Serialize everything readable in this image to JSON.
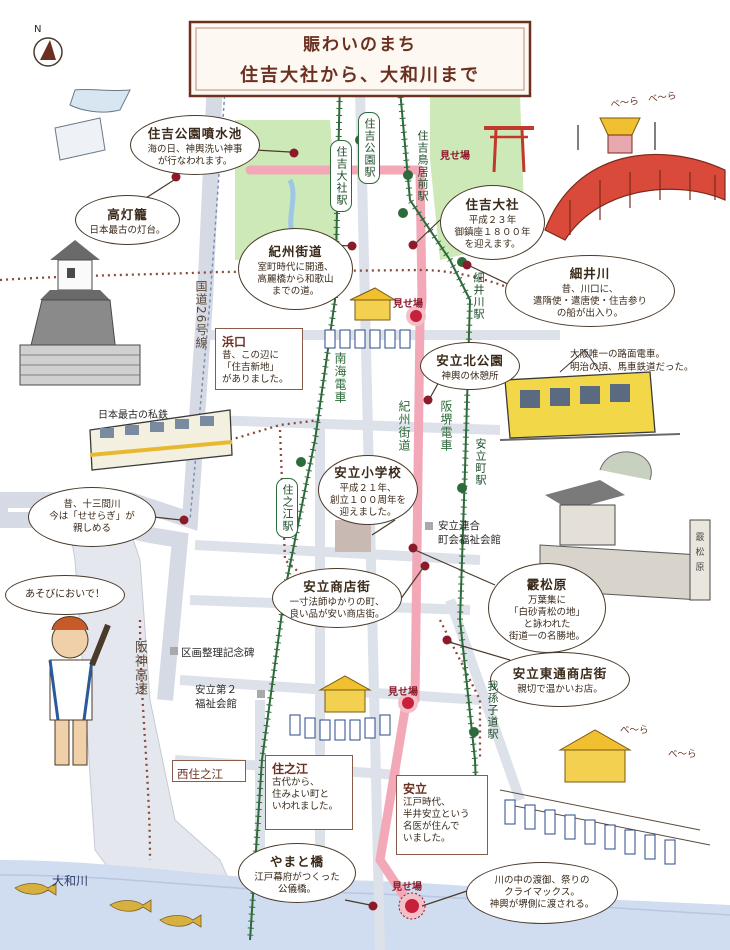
{
  "title": {
    "line1": "賑わいのまち",
    "line2": "住吉大社から、大和川まで"
  },
  "colors": {
    "festival_route": "#f0a0b0",
    "green_area": "#c8e8b0",
    "railway": "#2e6b3a",
    "road": "#d8dce4",
    "river": "#c8d4e8",
    "accent": "#8b1a2b"
  },
  "bubbles": [
    {
      "id": "sumiyoshi-park-fountain",
      "title": "住吉公園噴水池",
      "desc": "海の日、神輿洗い神事が行なわれます。"
    },
    {
      "id": "takadoro",
      "title": "高灯籠",
      "desc": "日本最古の灯台。"
    },
    {
      "id": "kishu-kaido",
      "title": "紀州街道",
      "desc": "室町時代に開通、\n高麗橋から和歌山\nまでの道。"
    },
    {
      "id": "sumiyoshi-taisha",
      "title": "住吉大社",
      "desc": "平成２３年\n御鎮座１８００年\nを迎えます。"
    },
    {
      "id": "hosoigawa",
      "title": "細井川",
      "desc": "昔、川口に、\n遣隋使・遣唐使・住吉参り\nの船が出入り。"
    },
    {
      "id": "anryu-kita-park",
      "title": "安立北公園",
      "desc": "神輿の休憩所"
    },
    {
      "id": "anryu-school",
      "title": "安立小学校",
      "desc": "平成２１年、\n創立１００周年を\n迎えました。"
    },
    {
      "id": "jusankengawa",
      "title": "",
      "desc": "昔、十三間川\n今は「せせらぎ」が\n親しめる"
    },
    {
      "id": "asobini",
      "title": "",
      "desc": "あそびにおいで！"
    },
    {
      "id": "anryu-shotengai",
      "title": "安立商店街",
      "desc": "一寸法師ゆかりの町、\n良い品が安い商店街。"
    },
    {
      "id": "kasumatsubara",
      "title": "霰松原",
      "desc": "万葉集に\n「白砂青松の地」\nと詠われた\n街道一の名勝地。"
    },
    {
      "id": "anryu-higashi",
      "title": "安立東通商店街",
      "desc": "親切で温かいお店。"
    },
    {
      "id": "yamato-bridge",
      "title": "やまと橋",
      "desc": "江戸幕府がつくった\n公儀橋。"
    },
    {
      "id": "river-crossing",
      "title": "",
      "desc": "川の中の渡御、祭りの\nクライマックス。\n神輿が堺側に渡される。"
    }
  ],
  "boxes": [
    {
      "id": "hamaguchi",
      "title": "浜口",
      "desc": "昔、この辺に\n「住吉新地」\nがありました。"
    },
    {
      "id": "sumie",
      "title": "住之江",
      "desc": "古代から、\n住みよい町と\nいわれました。"
    },
    {
      "id": "anryu",
      "title": "安立",
      "desc": "江戸時代、\n半井安立という\n名医が住んで\nいました。"
    }
  ],
  "place_labels": {
    "nishi_sumie": "西住之江",
    "kukaku_seiri": "区画整理記念碑",
    "anryu_fukushi2_l1": "安立第２",
    "anryu_fukushi2_l2": "福祉会館",
    "anryu_rengo_l1": "安立連合",
    "anryu_rengo_l2": "町会福祉会館",
    "yamatogawa": "大和川",
    "oldest_railway": "日本最古の私鉄",
    "streetcar_note": "大阪唯一の路面電車。\n明治の頃、馬車鉄道だった。",
    "bera1": "べ～ら　べ～ら",
    "bera2": "べ～ら",
    "bera3": "べ～ら"
  },
  "stations": {
    "sumiyoshi_koen": "住吉公園駅",
    "sumiyoshi_taisha_stn": "住吉大社駅",
    "sumiyoshi_toriimae": "住吉鳥居前駅",
    "hosoigawa_stn": "細井川駅",
    "anryucho": "安立町駅",
    "abikomichi": "我孫子道駅",
    "sumie_stn": "住之江駅"
  },
  "line_labels": {
    "nankai": "南海電車",
    "hankai": "阪堺電車",
    "kishu_kaido_v": "紀州街道",
    "route26": "国道26号線",
    "hanshin": "阪神高速"
  },
  "mise_ba": [
    "見せ場",
    "見せ場",
    "見せ場",
    "見せ場"
  ],
  "compass": "N",
  "icons": [
    "compass-icon",
    "torii-icon",
    "drum-bridge-icon",
    "lighthouse-icon",
    "train-icon",
    "streetcar-icon",
    "shrine-icon",
    "mikoshi-icon",
    "fish-icon",
    "mascot-icon",
    "pin-icon"
  ]
}
